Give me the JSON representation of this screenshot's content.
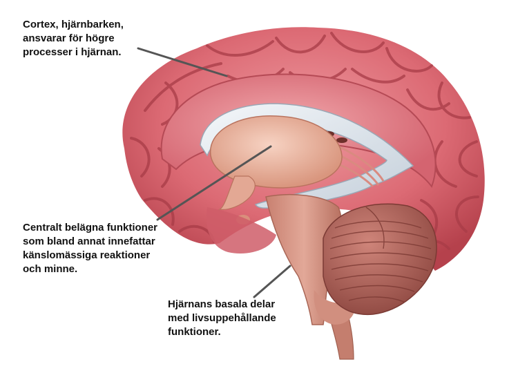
{
  "labels": {
    "cortex": {
      "lines": [
        "Cortex, hjärnbarken,",
        "ansvarar för högre",
        "processer i hjärnan."
      ]
    },
    "central": {
      "lines": [
        "Centralt belägna funktioner",
        "som bland annat innefattar",
        "känslomässiga reaktioner",
        "och minne."
      ]
    },
    "basal": {
      "lines": [
        "Hjärnans basala delar",
        "med livsuppehållande",
        "funktioner."
      ]
    }
  },
  "colors": {
    "cortex": "#d9646e",
    "cortex_dark": "#b5414c",
    "cortex_light": "#ee9aa0",
    "corpus_callosum": "#dfe6ee",
    "thalamus": "#e9b7a4",
    "cerebellum": "#b0645a",
    "brainstem": "#cf8f7f",
    "leader_line": "#555555",
    "text": "#111111"
  }
}
